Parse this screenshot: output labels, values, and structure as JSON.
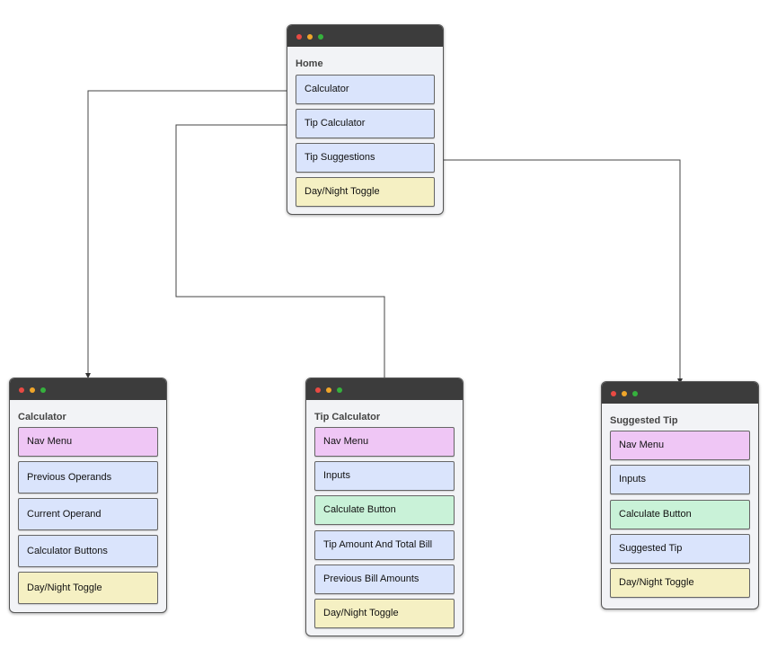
{
  "windows": {
    "home": {
      "title": "Home",
      "items": [
        "Calculator",
        "Tip Calculator",
        "Tip Suggestions",
        "Day/Night Toggle"
      ]
    },
    "calculator": {
      "title": "Calculator",
      "items": [
        "Nav Menu",
        "Previous Operands",
        "Current Operand",
        "Calculator Buttons",
        "Day/Night Toggle"
      ]
    },
    "tip_calculator": {
      "title": "Tip Calculator",
      "items": [
        "Nav Menu",
        "Inputs",
        "Calculate Button",
        "Tip Amount And Total Bill",
        "Previous Bill Amounts",
        "Day/Night Toggle"
      ]
    },
    "suggested_tip": {
      "title": "Suggested Tip",
      "items": [
        "Nav Menu",
        "Inputs",
        "Calculate Button",
        "Suggested Tip",
        "Day/Night Toggle"
      ]
    }
  },
  "colors": {
    "titlebar": "#3c3c3c",
    "window_bg": "#f2f3f6",
    "nav_item": "#efc6f5",
    "content_item": "#dae4fc",
    "action_item": "#c9f2d8",
    "toggle_item": "#f5f0c3"
  }
}
